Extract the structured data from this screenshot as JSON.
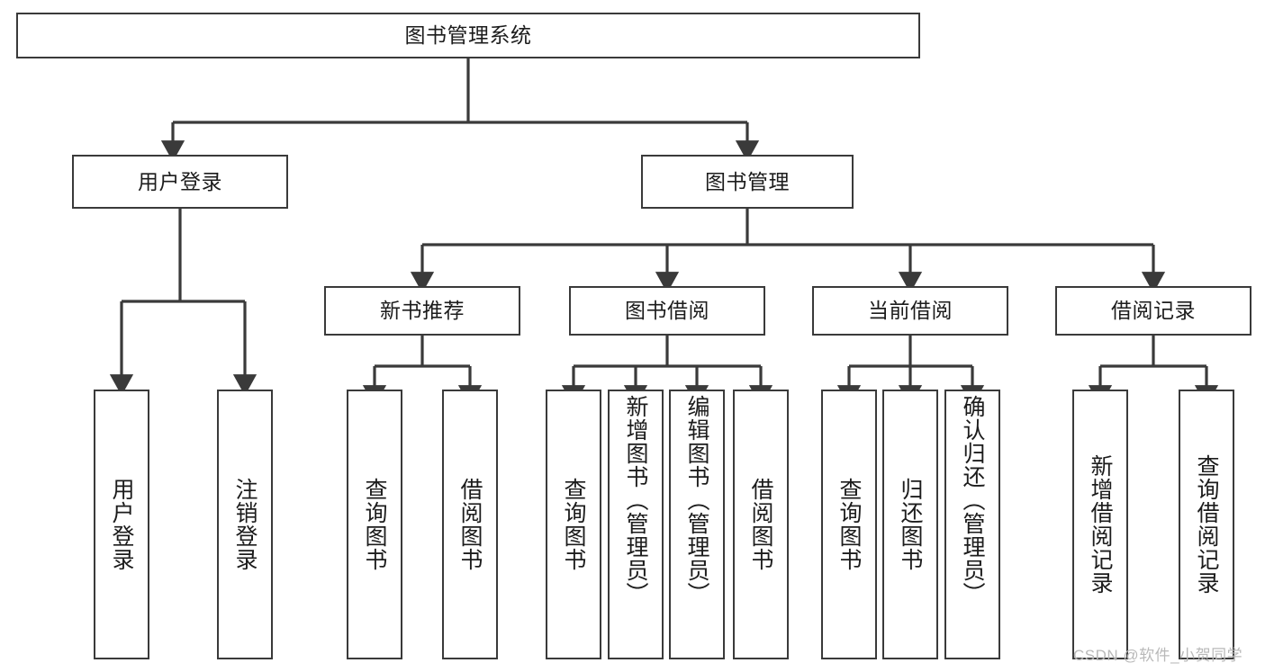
{
  "diagram": {
    "type": "tree-hierarchy",
    "title": "图书管理系统",
    "watermark": "CSDN @软件_小贺同学",
    "colors": {
      "box_border": "#3a3a3a",
      "box_fill": "#ffffff",
      "connector": "#3a3a3a",
      "text": "#1c1c1c",
      "watermark": "#b9b9b9",
      "background": "#ffffff"
    },
    "nodes": {
      "root": {
        "label": "图书管理系统",
        "level": 1,
        "orientation": "horizontal"
      },
      "user_login": {
        "label": "用户登录",
        "level": 2,
        "orientation": "horizontal"
      },
      "book_manage": {
        "label": "图书管理",
        "level": 2,
        "orientation": "horizontal"
      },
      "new_book_rec": {
        "label": "新书推荐",
        "level": 3,
        "orientation": "horizontal"
      },
      "book_borrow": {
        "label": "图书借阅",
        "level": 3,
        "orientation": "horizontal"
      },
      "current_borrow": {
        "label": "当前借阅",
        "level": 3,
        "orientation": "horizontal"
      },
      "borrow_record": {
        "label": "借阅记录",
        "level": 3,
        "orientation": "horizontal"
      },
      "leaf_user_login": {
        "label": "用户登录",
        "level": 4,
        "orientation": "vertical"
      },
      "leaf_user_logout": {
        "label": "注销登录",
        "level": 4,
        "orientation": "vertical"
      },
      "leaf_query_book_a": {
        "label": "查询图书",
        "level": 4,
        "orientation": "vertical"
      },
      "leaf_borrow_book_a": {
        "label": "借阅图书",
        "level": 4,
        "orientation": "vertical"
      },
      "leaf_query_book_b": {
        "label": "查询图书",
        "level": 4,
        "orientation": "vertical"
      },
      "leaf_add_book": {
        "label": "新增图书（管理员）",
        "level": 4,
        "orientation": "vertical"
      },
      "leaf_edit_book": {
        "label": "编辑图书（管理员）",
        "level": 4,
        "orientation": "vertical"
      },
      "leaf_borrow_book_b": {
        "label": "借阅图书",
        "level": 4,
        "orientation": "vertical"
      },
      "leaf_query_book_c": {
        "label": "查询图书",
        "level": 4,
        "orientation": "vertical"
      },
      "leaf_return_book": {
        "label": "归还图书",
        "level": 4,
        "orientation": "vertical"
      },
      "leaf_confirm_return": {
        "label": "确认归还（管理员）",
        "level": 4,
        "orientation": "vertical"
      },
      "leaf_add_record": {
        "label": "新增借阅记录",
        "level": 4,
        "orientation": "vertical"
      },
      "leaf_query_record": {
        "label": "查询借阅记录",
        "level": 4,
        "orientation": "vertical"
      }
    },
    "edges": [
      {
        "from": "root",
        "to": "user_login"
      },
      {
        "from": "root",
        "to": "book_manage"
      },
      {
        "from": "user_login",
        "to": "leaf_user_login"
      },
      {
        "from": "user_login",
        "to": "leaf_user_logout"
      },
      {
        "from": "book_manage",
        "to": "new_book_rec"
      },
      {
        "from": "book_manage",
        "to": "book_borrow"
      },
      {
        "from": "book_manage",
        "to": "current_borrow"
      },
      {
        "from": "book_manage",
        "to": "borrow_record"
      },
      {
        "from": "new_book_rec",
        "to": "leaf_query_book_a"
      },
      {
        "from": "new_book_rec",
        "to": "leaf_borrow_book_a"
      },
      {
        "from": "book_borrow",
        "to": "leaf_query_book_b"
      },
      {
        "from": "book_borrow",
        "to": "leaf_add_book"
      },
      {
        "from": "book_borrow",
        "to": "leaf_edit_book"
      },
      {
        "from": "book_borrow",
        "to": "leaf_borrow_book_b"
      },
      {
        "from": "current_borrow",
        "to": "leaf_query_book_c"
      },
      {
        "from": "current_borrow",
        "to": "leaf_return_book"
      },
      {
        "from": "current_borrow",
        "to": "leaf_confirm_return"
      },
      {
        "from": "borrow_record",
        "to": "leaf_add_record"
      },
      {
        "from": "borrow_record",
        "to": "leaf_query_record"
      }
    ]
  }
}
